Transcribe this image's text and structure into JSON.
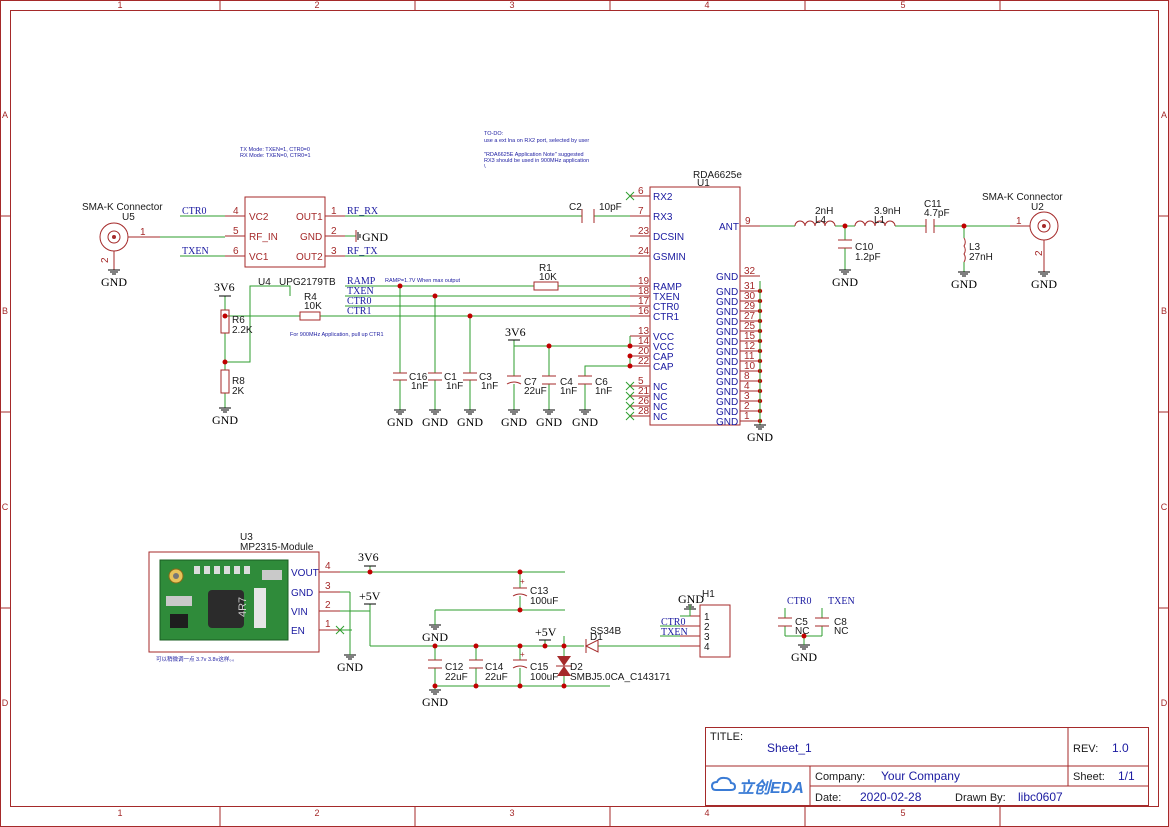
{
  "frame": {
    "columns": [
      "1",
      "2",
      "3",
      "4",
      "5"
    ],
    "rows": [
      "A",
      "B",
      "C",
      "D"
    ]
  },
  "labels": {
    "gnd": "GND",
    "v36": "3V6",
    "v5": "+5V"
  },
  "notes": {
    "mode_tx": "TX Mode: TXEN=1, CTR0=0",
    "mode_rx": "RX Mode: TXEN=0, CTR0=1",
    "todo_1": "TO-DO:",
    "todo_2": "use a ext lna on RX2 port, selected by user",
    "todo_3": "\"RDA6625E Application Note\" suggested",
    "todo_4": "RX3 should be used in 900MHz application",
    "todo_5": "\\",
    "ramp_note": "RAMP=1.7V When max output",
    "pullup_note": "For 900MHz Application, pull up CTR1",
    "module_note": "可以稍微调一点 3.7v 3.8v这样。。"
  },
  "connectors": {
    "u5_title": "SMA-K Connector",
    "u5_ref": "U5",
    "u5_pin1": "1",
    "u5_pin2": "2",
    "u2_title": "SMA-K Connector",
    "u2_ref": "U2",
    "u2_pin1": "1",
    "u2_pin2": "2"
  },
  "u4": {
    "ref": "U4",
    "value": "UPG2179TB",
    "pins_left": [
      {
        "num": "4",
        "name": "VC2"
      },
      {
        "num": "5",
        "name": "RF_IN"
      },
      {
        "num": "6",
        "name": "VC1"
      }
    ],
    "pins_right": [
      {
        "num": "1",
        "name": "OUT1"
      },
      {
        "num": "2",
        "name": "GND"
      },
      {
        "num": "3",
        "name": "OUT2"
      }
    ]
  },
  "u1": {
    "ref": "U1",
    "value": "RDA6625e",
    "pins_left": [
      {
        "num": "6",
        "name": "RX2"
      },
      {
        "num": "7",
        "name": "RX3"
      },
      {
        "num": "23",
        "name": "DCSIN"
      },
      {
        "num": "24",
        "name": "GSMIN"
      },
      {
        "num": "19",
        "name": "RAMP"
      },
      {
        "num": "18",
        "name": "TXEN"
      },
      {
        "num": "17",
        "name": "CTR0"
      },
      {
        "num": "16",
        "name": "CTR1"
      },
      {
        "num": "13",
        "name": "VCC"
      },
      {
        "num": "14",
        "name": "VCC"
      },
      {
        "num": "20",
        "name": "CAP"
      },
      {
        "num": "22",
        "name": "CAP"
      },
      {
        "num": "5",
        "name": "NC"
      },
      {
        "num": "21",
        "name": "NC"
      },
      {
        "num": "26",
        "name": "NC"
      },
      {
        "num": "28",
        "name": "NC"
      }
    ],
    "pin_ant_num": "9",
    "pin_ant_name": "ANT",
    "pins_gnd": [
      "32",
      "31",
      "30",
      "29",
      "27",
      "25",
      "15",
      "12",
      "11",
      "10",
      "8",
      "4",
      "3",
      "2",
      "1"
    ]
  },
  "nets": {
    "ctr0": "CTR0",
    "txen": "TXEN",
    "rf_rx": "RF_RX",
    "rf_tx": "RF_TX",
    "ramp": "RAMP",
    "ctr1": "CTR1"
  },
  "parts": {
    "c2": {
      "ref": "C2",
      "value": "10pF"
    },
    "r1": {
      "ref": "R1",
      "value": "10K"
    },
    "r4": {
      "ref": "R4",
      "value": "10K"
    },
    "r6": {
      "ref": "R6",
      "value": "2.2K"
    },
    "r8": {
      "ref": "R8",
      "value": "2K"
    },
    "c16": {
      "ref": "C16",
      "value": "1nF"
    },
    "c1": {
      "ref": "C1",
      "value": "1nF"
    },
    "c3": {
      "ref": "C3",
      "value": "1nF"
    },
    "c7": {
      "ref": "C7",
      "value": "22uF"
    },
    "c4": {
      "ref": "C4",
      "value": "1nF"
    },
    "c6": {
      "ref": "C6",
      "value": "1nF"
    },
    "l4": {
      "ref": "L4",
      "value": "2nH"
    },
    "l1": {
      "ref": "L1",
      "value": "3.9nH"
    },
    "c10": {
      "ref": "C10",
      "value": "1.2pF"
    },
    "c11": {
      "ref": "C11",
      "value": "4.7pF"
    },
    "l3": {
      "ref": "L3",
      "value": "27nH"
    },
    "c13": {
      "ref": "C13",
      "value": "100uF"
    },
    "c12": {
      "ref": "C12",
      "value": "22uF"
    },
    "c14": {
      "ref": "C14",
      "value": "22uF"
    },
    "c15": {
      "ref": "C15",
      "value": "100uF"
    },
    "d1": {
      "ref": "D1",
      "value": "SS34B"
    },
    "d2": {
      "ref": "D2",
      "value": "SMBJ5.0CA_C143171"
    },
    "c5": {
      "ref": "C5",
      "value": "NC"
    },
    "c8": {
      "ref": "C8",
      "value": "NC"
    }
  },
  "u3": {
    "ref": "U3",
    "value": "MP2315-Module",
    "inductor_mark": "4R7",
    "pins": [
      {
        "num": "4",
        "name": "VOUT"
      },
      {
        "num": "3",
        "name": "GND"
      },
      {
        "num": "2",
        "name": "VIN"
      },
      {
        "num": "1",
        "name": "EN"
      }
    ]
  },
  "h1": {
    "ref": "H1",
    "pins": [
      "1",
      "2",
      "3",
      "4"
    ]
  },
  "title_block": {
    "title_label": "TITLE:",
    "title": "Sheet_1",
    "rev_label": "REV:",
    "rev": "1.0",
    "company_label": "Company:",
    "company": "Your Company",
    "sheet_label": "Sheet:",
    "sheet": "1/1",
    "date_label": "Date:",
    "date": "2020-02-28",
    "drawn_label": "Drawn By:",
    "drawn_by": "libc0607",
    "logo": "立创EDA"
  }
}
